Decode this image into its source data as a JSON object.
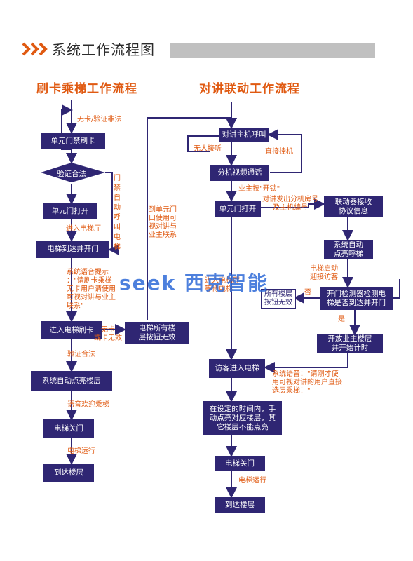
{
  "header": {
    "title": "系统工作流程图"
  },
  "left": {
    "title": "刷卡乘梯工作流程",
    "no_card_label": "无卡/验证非法",
    "swipe_box": "单元门禁刷卡",
    "verify_diamond": "验证合法",
    "door_open_box": "单元门打开",
    "enter_hall_label": "进入电梯厅",
    "side_vertical_label": "门禁自动呼叫电梯",
    "elevator_arrive_box": "电梯到达并开门",
    "voice_prompt_label": "系统语音提示\n：\"请刷卡乘梯\n无卡用户请使用\n可视对讲与业主\n联系\"",
    "enter_swipe_box": "进入电梯刷卡",
    "no_card_or_invalid_label": "无卡\n或卡无效",
    "all_buttons_invalid_box": "电梯所有楼\n层按钮无效",
    "intercom_note_label": "到单元门\n口使用可\n视对讲与\n业主联系",
    "verify_ok_label": "验证合法",
    "auto_light_box": "系统自动点亮楼层",
    "voice_welcome_label": "语音欢迎乘梯",
    "close_door_box": "电梯关门",
    "running_label": "电梯运行",
    "arrive_box": "到达楼层"
  },
  "right": {
    "title": "对讲联动工作流程",
    "host_call_box": "对讲主机呼叫",
    "no_answer_label": "无人接听",
    "hang_up_label": "直接挂机",
    "video_call_box": "分机视频通话",
    "owner_press_label": "业主按\"开锁\"",
    "door_open_box": "单元门打开",
    "send_room_label": "对讲发出分机房号\n及主机编号",
    "linkage_box": "联动器接收\n协议信息",
    "auto_call_box": "系统自动\n点亮呼梯",
    "elevator_start_label": "电梯启动\n迎接访客",
    "enter_hall_label": "进入电梯厅\n等待电梯",
    "all_invalid_box": "所有楼层\n按钮无效",
    "no_label": "否",
    "detect_box": "开门检测器检测电\n梯是否到达并开门",
    "yes_label": "是",
    "open_floor_box": "开放业主楼层\n并开始计时",
    "visitor_enter_box": "访客进入电梯",
    "voice_note_label": "系统语音：\"请刚才使\n用可视对讲的用户直接\n选层乘梯！\"",
    "manual_box": "在设定的时间内，手\n动点亮对应楼层，其\n它楼层不能点亮",
    "close_door_box": "电梯关门",
    "running_label": "电梯运行",
    "arrive_box": "到达楼层"
  },
  "watermark": {
    "text": "seek  西克智能"
  },
  "colors": {
    "box": "#2f2673",
    "accent": "#e05a12",
    "watermark": "#2f6bd8"
  }
}
